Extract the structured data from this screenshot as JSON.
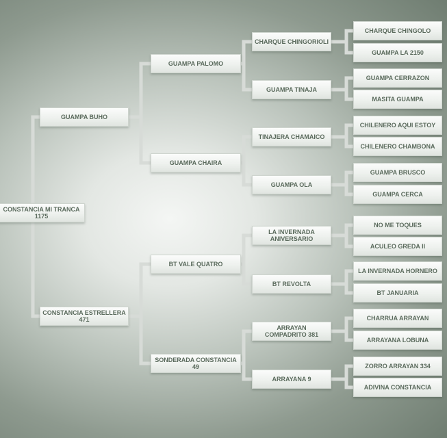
{
  "root": "CONSTANCIA MI TRANCA 1175",
  "gen1": [
    "GUAMPA BUHO",
    "CONSTANCIA ESTRELLERA 471"
  ],
  "gen2": [
    "GUAMPA PALOMO",
    "GUAMPA CHAIRA",
    "BT VALE QUATRO",
    "SONDERADA CONSTANCIA 49"
  ],
  "gen3": [
    "CHARQUE CHINGORIOLI",
    "GUAMPA TINAJA",
    "TINAJERA CHAMAICO",
    "GUAMPA OLA",
    "LA INVERNADA ANIVERSARIO",
    "BT REVOLTA",
    "ARRAYAN COMPADRITO 381",
    "ARRAYANA 9"
  ],
  "gen4": [
    "CHARQUE CHINGOLO",
    "GUAMPA LA 2150",
    "GUAMPA CERRAZON",
    "MASITA GUAMPA",
    "CHILENERO AQUI ESTOY",
    "CHILENERO CHAMBONA",
    "GUAMPA BRUSCO",
    "GUAMPA CERCA",
    "NO ME TOQUES",
    "ACULEO GREDA II",
    "LA INVERNADA HORNERO",
    "BT JANUARIA",
    "CHARRUA ARRAYAN",
    "ARRAYANA LOBUNA",
    "ZORRO ARRAYAN 334",
    "ADIVINA CONSTANCIA"
  ]
}
